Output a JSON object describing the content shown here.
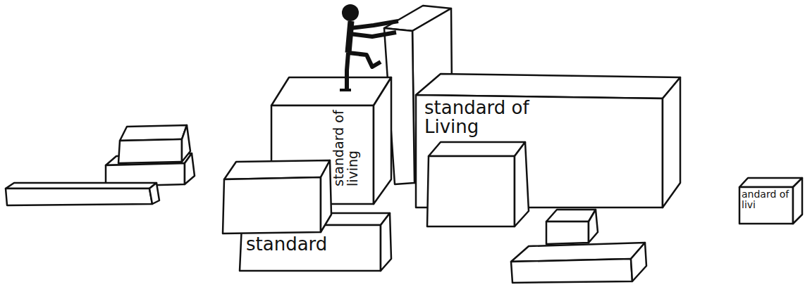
{
  "diagram": {
    "nodes": [
      {
        "text": [
          "standard of living"
        ]
      },
      {
        "text": [
          "standard of Living"
        ]
      },
      {
        "text": [
          "standard"
        ]
      },
      {
        "text": [
          "andard of livi"
        ]
      }
    ]
  }
}
